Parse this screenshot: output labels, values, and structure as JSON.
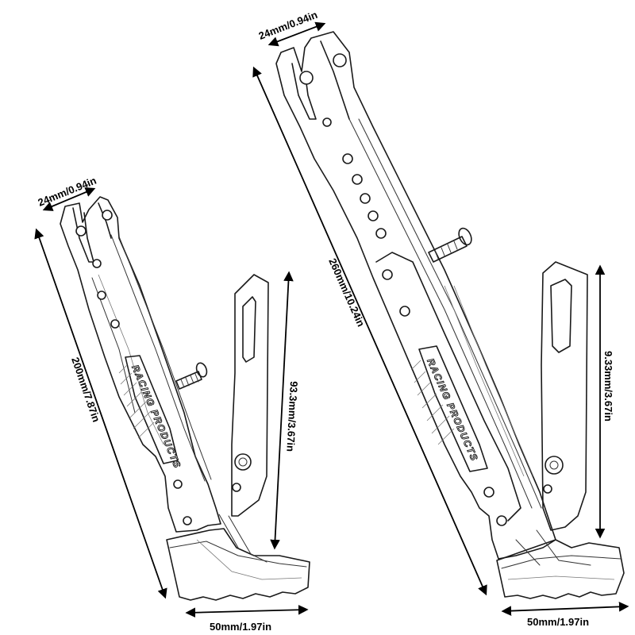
{
  "small_stand": {
    "dim_top": "24mm/0.94in",
    "dim_length": "200mm/7.87in",
    "dim_height": "93.3mm/3.67in",
    "dim_base": "50mm/1.97in",
    "logo_text": "RACING PRODUCTS"
  },
  "large_stand": {
    "dim_top": "24mm/0.94in",
    "dim_length": "260mm/10.24in",
    "dim_height": "9.33mm/3.67in",
    "dim_base": "50mm/1.97in",
    "logo_text": "RACING PRODUCTS"
  }
}
